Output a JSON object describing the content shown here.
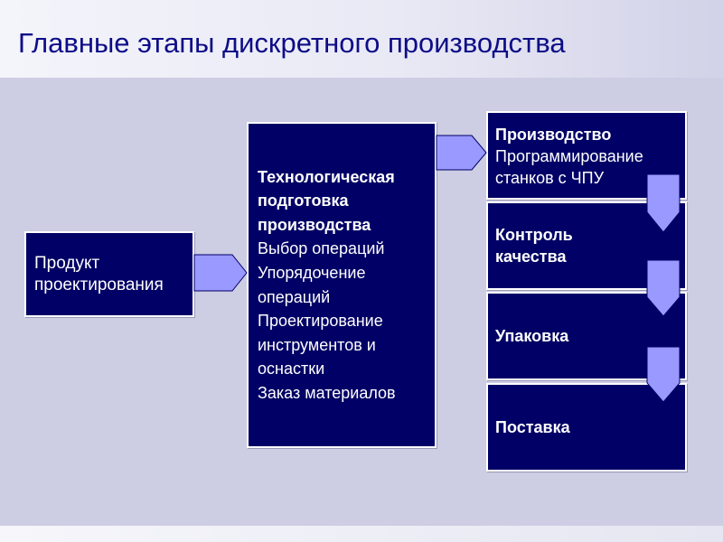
{
  "title": "Главные этапы дискретного производства",
  "colors": {
    "box_fill": "#000066",
    "box_text": "#ffffff",
    "arrow_fill": "#9999ff",
    "title_color": "#0d0d88",
    "panel_bg": "#cdcde4"
  },
  "product_box": {
    "lines": [
      "Продукт",
      "проектирования"
    ]
  },
  "tech_box": {
    "heading": [
      "Технологическая",
      "подготовка",
      "производства"
    ],
    "items": [
      "Выбор операций",
      "Упорядочение",
      "операций",
      "Проектирование",
      "инструментов и",
      "оснастки",
      "Заказ материалов"
    ]
  },
  "stages": {
    "production": {
      "heading": "Производство",
      "lines": [
        "Программирование",
        "станков с ЧПУ"
      ]
    },
    "quality": {
      "lines": [
        "Контроль",
        "качества"
      ]
    },
    "packing": {
      "lines": [
        "Упаковка"
      ]
    },
    "delivery": {
      "lines": [
        "Поставка"
      ]
    }
  },
  "icons": {
    "right_arrows": [
      "arrow-right-icon",
      "arrow-right-icon"
    ],
    "down_arrows": [
      "arrow-down-icon",
      "arrow-down-icon",
      "arrow-down-icon"
    ]
  }
}
